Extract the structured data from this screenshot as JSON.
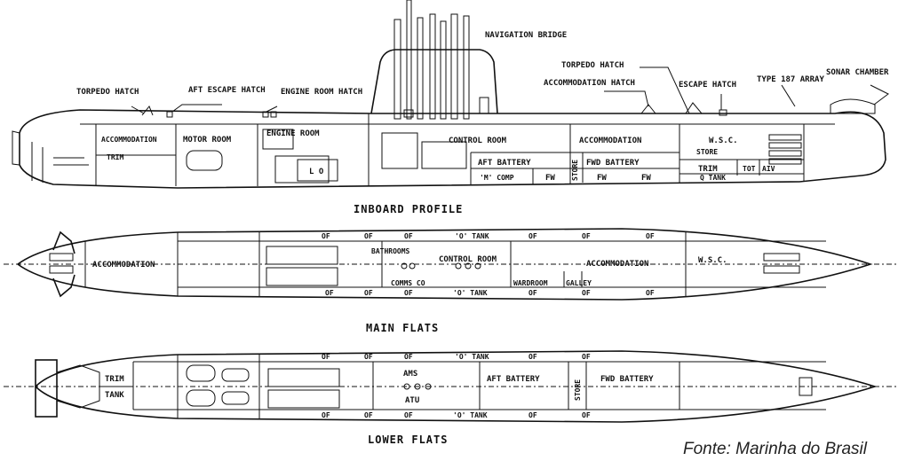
{
  "inboard": {
    "title": "INBOARD PROFILE",
    "labels": {
      "torpedo_hatch_aft": "TORPEDO HATCH",
      "aft_escape_hatch": "AFT ESCAPE HATCH",
      "engine_room_hatch": "ENGINE ROOM HATCH",
      "navigation_bridge": "NAVIGATION BRIDGE",
      "torpedo_hatch_fwd": "TORPEDO HATCH",
      "accommodation_hatch": "ACCOMMODATION HATCH",
      "escape_hatch": "ESCAPE HATCH",
      "type_187_array": "TYPE 187 ARRAY",
      "sonar_chamber": "SONAR CHAMBER",
      "accommodation_aft": "ACCOMMODATION",
      "motor_room": "MOTOR ROOM",
      "engine_room": "ENGINE ROOM",
      "control_room": "CONTROL ROOM",
      "accommodation_fwd": "ACCOMMODATION",
      "wsc": "W.S.C.",
      "trim_aft": "TRIM",
      "lo": "L O",
      "aft_battery": "AFT BATTERY",
      "fwd_battery": "FWD BATTERY",
      "store": "STORE",
      "trim_fwd": "TRIM",
      "tot": "TOT",
      "aiv": "AIV",
      "m_comp": "'M' COMP",
      "fw1": "FW",
      "fw2": "FW",
      "fw3": "FW",
      "store_v": "STORE",
      "q_tank": "Q TANK"
    }
  },
  "main_flats": {
    "title": "MAIN FLATS",
    "labels": {
      "accommodation_aft": "ACCOMMODATION",
      "bathrooms": "BATHROOMS",
      "control_room": "CONTROL ROOM",
      "accommodation_fwd": "ACCOMMODATION",
      "wsc": "W.S.C.",
      "comms_co": "COMMS  CO",
      "wardroom": "WARDROOM",
      "galley": "GALLEY",
      "of": "OF",
      "o_tank": "'O' TANK"
    }
  },
  "lower_flats": {
    "title": "LOWER FLATS",
    "labels": {
      "trim": "TRIM",
      "tank": "TANK",
      "ams": "AMS",
      "atu": "ATU",
      "aft_battery": "AFT BATTERY",
      "store": "STORE",
      "fwd_battery": "FWD BATTERY",
      "of": "OF",
      "o_tank": "'O' TANK"
    }
  },
  "source": "Fonte: Marinha do Brasil"
}
